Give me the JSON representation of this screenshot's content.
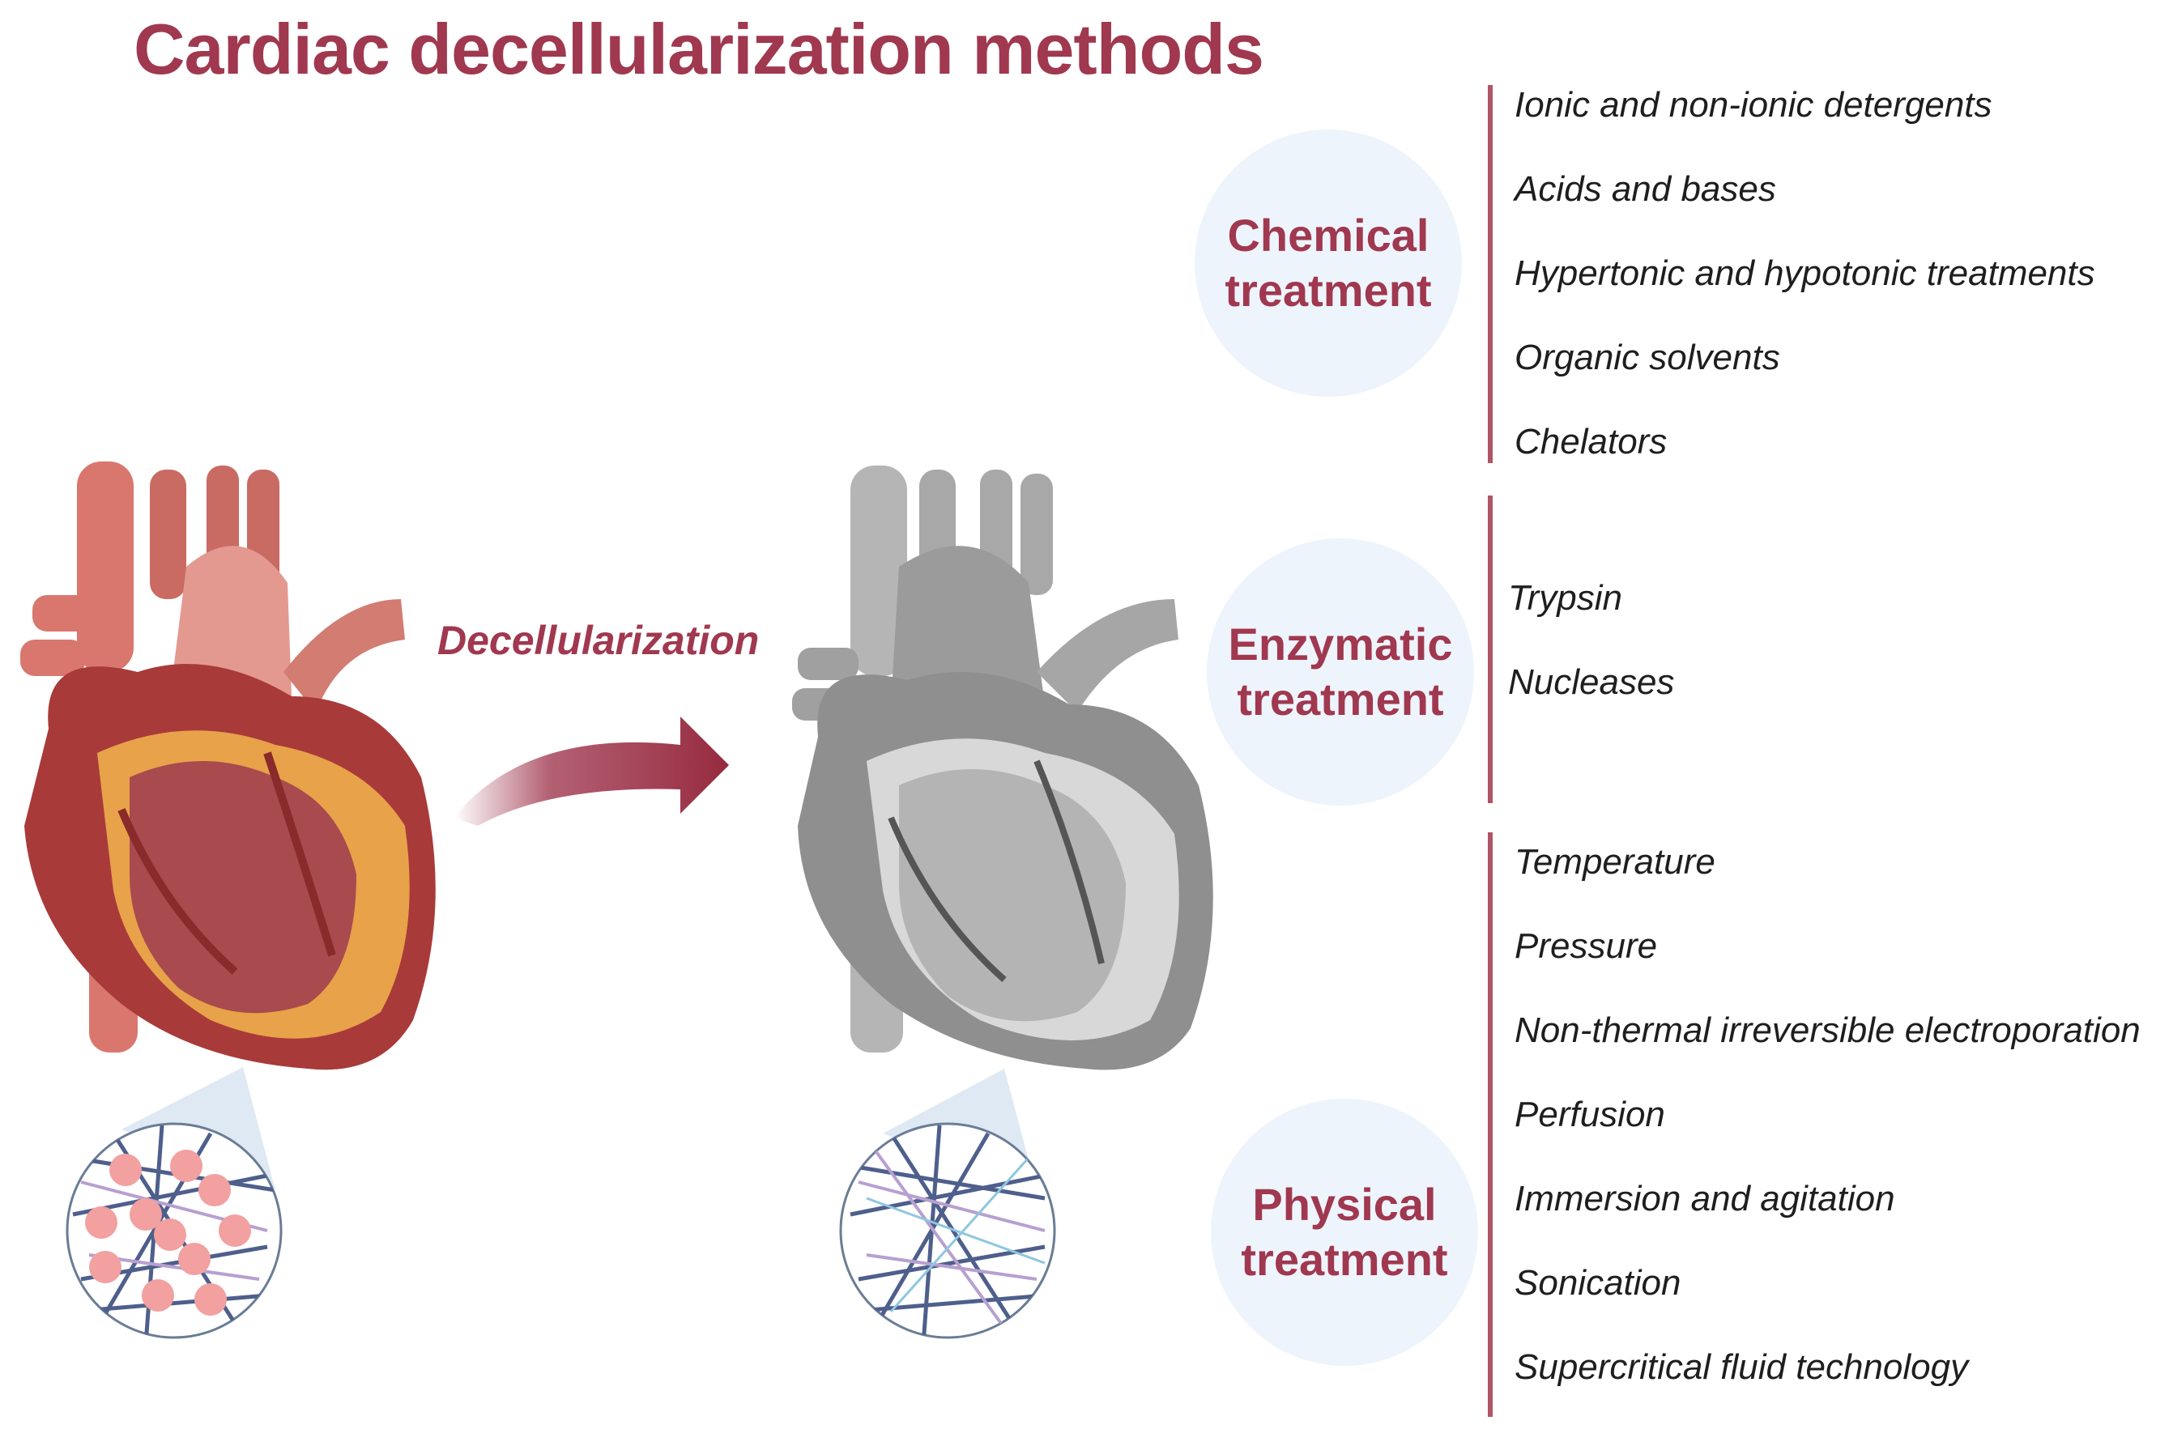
{
  "title": "Cardiac decellularization methods",
  "arrow_label": "Decellularization",
  "treatments": {
    "chemical": {
      "label": "Chemical\ntreatment",
      "items": [
        "Ionic and non-ionic detergents",
        "Acids and bases",
        "Hypertonic and hypotonic treatments",
        "Organic solvents",
        "Chelators"
      ]
    },
    "enzymatic": {
      "label": "Enzymatic\ntreatment",
      "items": [
        "Trypsin",
        "Nucleases"
      ]
    },
    "physical": {
      "label": "Physical\ntreatment",
      "items": [
        "Temperature",
        "Pressure",
        "Non-thermal irreversible electroporation",
        "Perfusion",
        "Immersion and agitation",
        "Sonication",
        "Supercritical fluid technology"
      ]
    }
  },
  "colors": {
    "accent": "#a03850",
    "circle_bg": "#eef4fb",
    "heart_native": "#a93a3a",
    "heart_decell": "#9a9a9a"
  }
}
